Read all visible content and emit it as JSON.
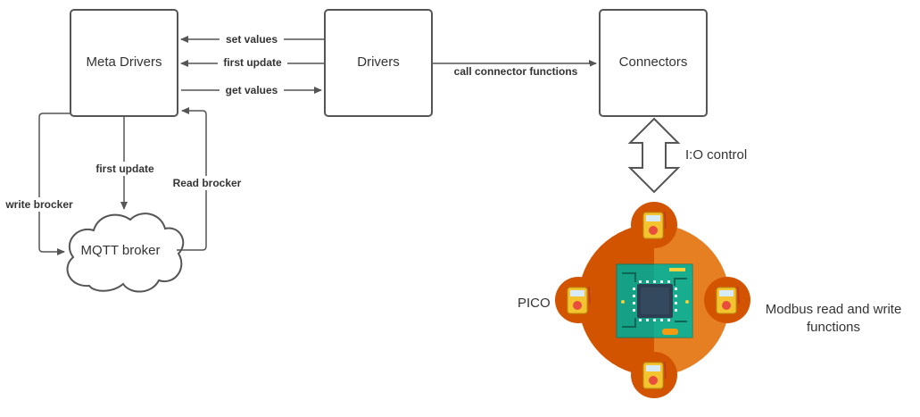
{
  "nodes": {
    "meta_drivers": "Meta Drivers",
    "drivers": "Drivers",
    "connectors": "Connectors",
    "mqtt_broker": "MQTT broker"
  },
  "edges": {
    "set_values": "set values",
    "first_update_top": "first update",
    "get_values": "get values",
    "call_connector": "call connector functions",
    "first_update_down": "first update",
    "write_brocker": "write brocker",
    "read_brocker": "Read brocker"
  },
  "labels": {
    "io_control": "I:O control",
    "pico": "PICO",
    "modbus_line1": "Modbus read and write",
    "modbus_line2": "functions"
  },
  "colors": {
    "box_stroke": "#555555",
    "line": "#555555",
    "orange_dark": "#d35400",
    "orange_light": "#e67e22",
    "board_green": "#1a8f8a",
    "chip_dark": "#34495e",
    "meter_yellow": "#f4c430",
    "meter_red": "#e74c3c"
  }
}
